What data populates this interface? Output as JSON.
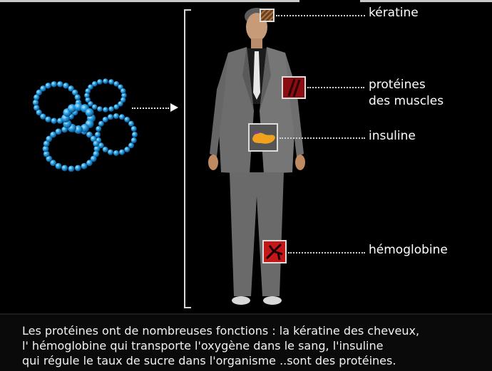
{
  "labels": {
    "keratine": "kératine",
    "muscles": "protéines\ndes muscles",
    "insuline": "insuline",
    "hemoglobine": "hémoglobine"
  },
  "caption": "Les protéines ont de nombreuses fonctions : la kératine des cheveux,\nl' hémoglobine qui transporte l'oxygène dans le sang, l'insuline\nqui régule le taux de sucre dans l'organisme ..sont des protéines.",
  "icons": {
    "molecule": "protein-chain-icon",
    "keratine": "hair-texture-icon",
    "muscles": "muscle-fiber-icon",
    "insuline": "pancreas-icon",
    "hemoglobine": "blood-vessel-icon"
  },
  "colors": {
    "molecule": "#2aa4e8",
    "muscle": "#8a0d12",
    "pancreas": "#f0a21e",
    "blood": "#d21f1f",
    "hair": "#6b3e22"
  }
}
